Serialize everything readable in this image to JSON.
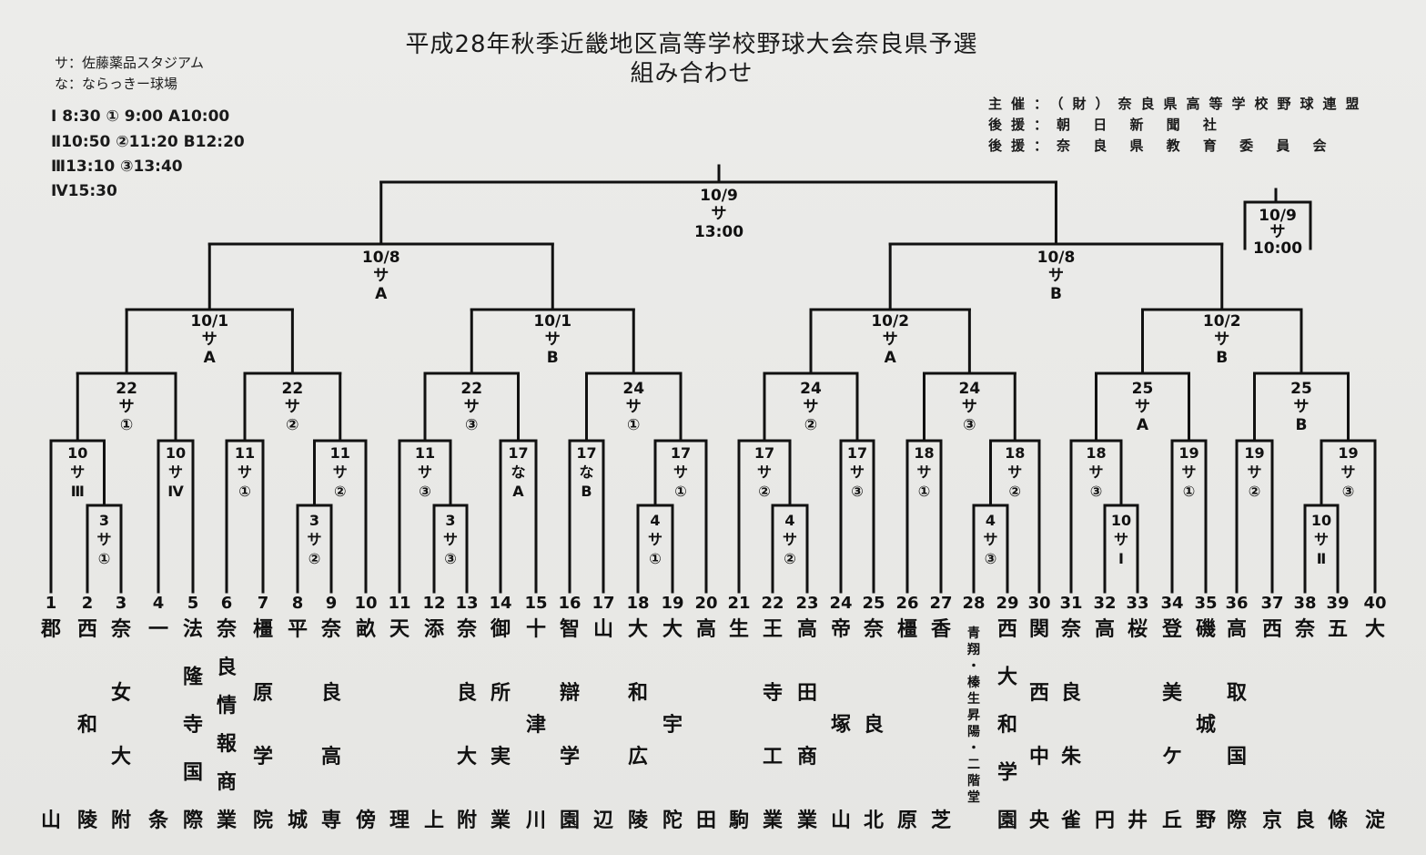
{
  "title": {
    "line1": "平成28年秋季近畿地区高等学校野球大会奈良県予選",
    "line2": "組み合わせ"
  },
  "legend": [
    "サ：佐藤薬品スタジアム",
    "な：ならっきー球場"
  ],
  "times": [
    "Ⅰ 8:30 ① 9:00 A10:00",
    "Ⅱ10:50 ②11:20 B12:20",
    "Ⅲ13:10 ③13:40",
    "Ⅳ15:30"
  ],
  "organizers": [
    "主催：（財）奈良県高等学校野球連盟",
    "後援：朝 日 新 聞 社",
    "後援：奈 良 県 教 育 委 員 会"
  ],
  "final": [
    "10/9",
    "サ",
    "13:00"
  ],
  "third_place": [
    "10/9",
    "サ",
    "10:00"
  ],
  "semifinals": [
    [
      "10/8",
      "サ",
      "A"
    ],
    [
      "10/8",
      "サ",
      "B"
    ]
  ],
  "quarterfinals": [
    [
      "10/1",
      "サ",
      "A"
    ],
    [
      "10/1",
      "サ",
      "B"
    ],
    [
      "10/2",
      "サ",
      "A"
    ],
    [
      "10/2",
      "サ",
      "B"
    ]
  ],
  "round16": [
    [
      "22",
      "サ",
      "①"
    ],
    [
      "22",
      "サ",
      "②"
    ],
    [
      "22",
      "サ",
      "③"
    ],
    [
      "24",
      "サ",
      "①"
    ],
    [
      "24",
      "サ",
      "②"
    ],
    [
      "24",
      "サ",
      "③"
    ],
    [
      "25",
      "サ",
      "A"
    ],
    [
      "25",
      "サ",
      "B"
    ]
  ],
  "round32": [
    [
      "10",
      "サ",
      "Ⅲ"
    ],
    [
      "10",
      "サ",
      "Ⅳ"
    ],
    [
      "11",
      "サ",
      "①"
    ],
    [
      "11",
      "サ",
      "②"
    ],
    [
      "11",
      "サ",
      "③"
    ],
    [
      "17",
      "な",
      "A"
    ],
    [
      "17",
      "な",
      "B"
    ],
    [
      "17",
      "サ",
      "①"
    ],
    [
      "17",
      "サ",
      "②"
    ],
    [
      "17",
      "サ",
      "③"
    ],
    [
      "18",
      "サ",
      "①"
    ],
    [
      "18",
      "サ",
      "②"
    ],
    [
      "18",
      "サ",
      "③"
    ],
    [
      "19",
      "サ",
      "①"
    ],
    [
      "19",
      "サ",
      "②"
    ],
    [
      "19",
      "サ",
      "③"
    ]
  ],
  "prelims": [
    [
      "3",
      "サ",
      "①"
    ],
    [
      "3",
      "サ",
      "②"
    ],
    [
      "3",
      "サ",
      "③"
    ],
    [
      "4",
      "サ",
      "①"
    ],
    [
      "4",
      "サ",
      "②"
    ],
    [
      "4",
      "サ",
      "③"
    ],
    [
      "10",
      "サ",
      "Ⅰ"
    ],
    [
      "10",
      "サ",
      "Ⅱ"
    ]
  ],
  "teams": [
    {
      "no": "1",
      "name": "郡山"
    },
    {
      "no": "2",
      "name": "西和陵"
    },
    {
      "no": "3",
      "name": "奈女大附"
    },
    {
      "no": "4",
      "name": "一条"
    },
    {
      "no": "5",
      "name": "法隆寺国際"
    },
    {
      "no": "6",
      "name": "奈良情報商業"
    },
    {
      "no": "7",
      "name": "橿原学院"
    },
    {
      "no": "8",
      "name": "平城"
    },
    {
      "no": "9",
      "name": "奈良高専"
    },
    {
      "no": "10",
      "name": "畝傍"
    },
    {
      "no": "11",
      "name": "天理"
    },
    {
      "no": "12",
      "name": "添上"
    },
    {
      "no": "13",
      "name": "奈良大附"
    },
    {
      "no": "14",
      "name": "御所実業"
    },
    {
      "no": "15",
      "name": "十津川"
    },
    {
      "no": "16",
      "name": "智辯学園"
    },
    {
      "no": "17",
      "name": "山辺"
    },
    {
      "no": "18",
      "name": "大和広陵"
    },
    {
      "no": "19",
      "name": "大宇陀"
    },
    {
      "no": "20",
      "name": "高田"
    },
    {
      "no": "21",
      "name": "生駒"
    },
    {
      "no": "22",
      "name": "王寺工業"
    },
    {
      "no": "23",
      "name": "高田商業"
    },
    {
      "no": "24",
      "name": "帝塚山"
    },
    {
      "no": "25",
      "name": "奈良北"
    },
    {
      "no": "26",
      "name": "橿原"
    },
    {
      "no": "27",
      "name": "香芝"
    },
    {
      "no": "28",
      "name": "青翔・榛生昇陽・二階堂"
    },
    {
      "no": "29",
      "name": "西大和学園"
    },
    {
      "no": "30",
      "name": "関西中央"
    },
    {
      "no": "31",
      "name": "奈良朱雀"
    },
    {
      "no": "32",
      "name": "高円"
    },
    {
      "no": "33",
      "name": "桜井"
    },
    {
      "no": "34",
      "name": "登美ケ丘"
    },
    {
      "no": "35",
      "name": "磯城野"
    },
    {
      "no": "36",
      "name": "高取国際"
    },
    {
      "no": "37",
      "name": "西京"
    },
    {
      "no": "38",
      "name": "奈良"
    },
    {
      "no": "39",
      "name": "五條"
    },
    {
      "no": "40",
      "name": "大淀"
    }
  ]
}
